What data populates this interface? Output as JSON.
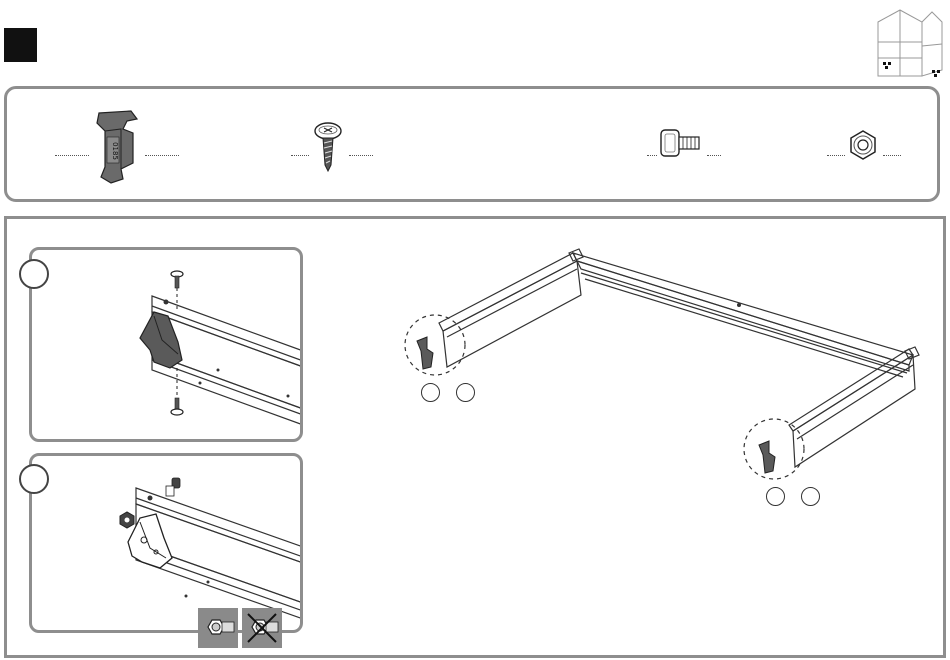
{
  "header": {
    "step_marker_icon": "filled-square",
    "thumbnail_icon": "shed-assembly-thumbnail"
  },
  "parts": [
    {
      "icon": "corner-bracket-icon",
      "code": "0185"
    },
    {
      "icon": "screw-icon"
    },
    {
      "icon": "square-bolt-icon"
    },
    {
      "icon": "hex-nut-icon"
    }
  ],
  "main": {
    "detail_a_icon": "bracket-screw-detail",
    "detail_b_icon": "bracket-bolt-nut-detail",
    "tools": [
      {
        "icon": "wrench-correct-icon"
      },
      {
        "icon": "wrench-incorrect-icon"
      }
    ]
  },
  "colors": {
    "panel_border": "#8e8e8e",
    "bracket_fill": "#5a5a5a",
    "tool_box": "#8a8a8a"
  }
}
